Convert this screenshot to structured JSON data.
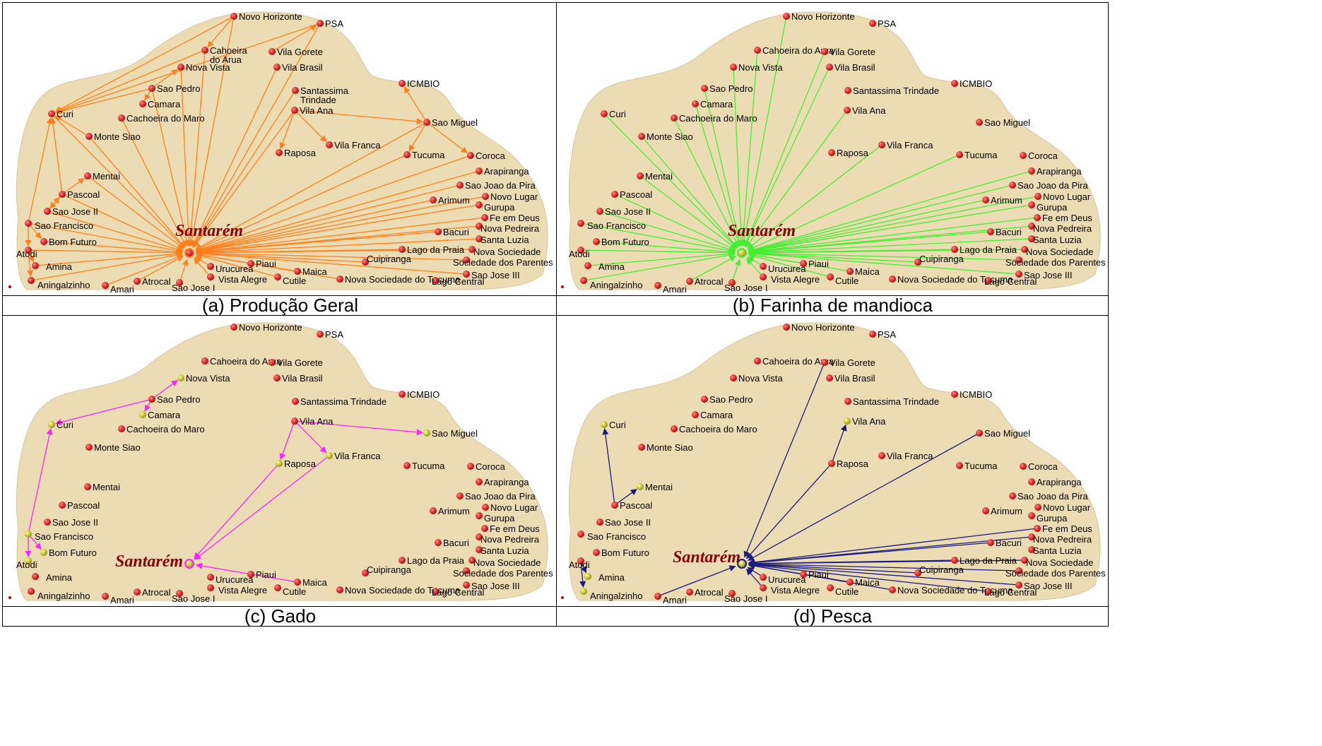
{
  "panels": [
    {
      "id": "a",
      "caption": "(a)  Produção Geral",
      "color": "#ff7f1a",
      "mode": "a"
    },
    {
      "id": "b",
      "caption": "(b)  Farinha de mandioca",
      "color": "#44ee33",
      "mode": "b"
    },
    {
      "id": "c",
      "caption": "(c)  Gado",
      "color": "#ff22ff",
      "mode": "c"
    },
    {
      "id": "d",
      "caption": "(d)  Pesca",
      "color": "#1a1a80",
      "mode": "d"
    }
  ],
  "center_label": "Santarém",
  "places": [
    "Novo Horizonte",
    "PSA",
    "Cahoeira do Arua",
    "Vila Gorete",
    "Vila Brasil",
    "Nova Vista",
    "Santassima Trindade",
    "ICMBIO",
    "Sao Pedro",
    "Camara",
    "Curi",
    "Cachoeira do Maro",
    "Vila Ana",
    "Sao Miguel",
    "Monte Siao",
    "Vila Franca",
    "Raposa",
    "Tucuma",
    "Coroca",
    "Mentai",
    "Arapiranga",
    "Pascoal",
    "Sao Joao da Pira",
    "Novo Lugar",
    "Arimum",
    "Gurupa",
    "Sao Jose II",
    "Fe em Deus",
    "Sao Francisco",
    "Nova Pedreira",
    "Bacuri",
    "Santa Luzia",
    "Bom Futuro",
    "Lago da Praia",
    "Nova Sociedade",
    "Atodi",
    "Sociedade dos Parentes",
    "Cuipiranga",
    "Amina",
    "Urucurea",
    "Piaui",
    "Maica",
    "Sao Jose III",
    "Vista Alegre",
    "Cutile",
    "Nova Sociedade do Tucuma",
    "Lago Central",
    "Aningalzinho",
    "Amari",
    "Atrocal",
    "Sao Jose I"
  ],
  "label_overrides": {
    "a": {
      "Cahoeira do Arua": [
        "Cahoeira",
        "do Arua"
      ],
      "Santassima Trindade": [
        "Santassima",
        "Trindade"
      ]
    }
  },
  "colors": {
    "land": "#ecdcb3",
    "land_stroke": "#d8c69a",
    "node_red": "#c00000",
    "node_yellow": "#c8c800"
  }
}
